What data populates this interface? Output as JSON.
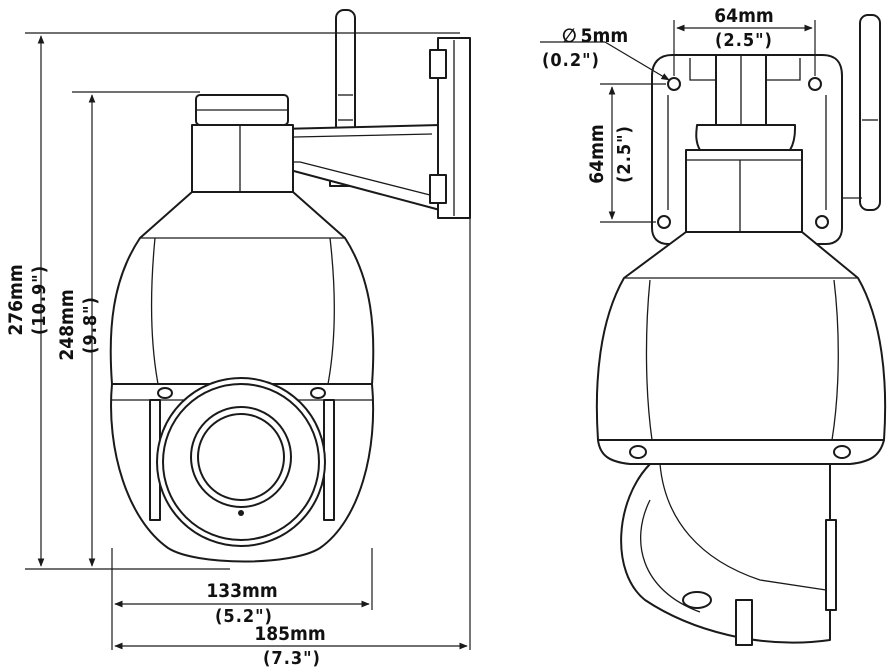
{
  "front_view": {
    "height_total": {
      "metric": "276mm",
      "imperial": "(10.9\")"
    },
    "height_body": {
      "metric": "248mm",
      "imperial": "(9.8\")"
    },
    "width_body": {
      "metric": "133mm",
      "imperial": "(5.2\")"
    },
    "width_total": {
      "metric": "185mm",
      "imperial": "(7.3\")"
    }
  },
  "side_view": {
    "hole_diameter": {
      "symbol": "∅",
      "metric": "5mm",
      "imperial": "(0.2\")"
    },
    "mount_width": {
      "metric": "64mm",
      "imperial": "(2.5\")"
    },
    "mount_height": {
      "metric": "64mm",
      "imperial": "(2.5\")"
    }
  }
}
